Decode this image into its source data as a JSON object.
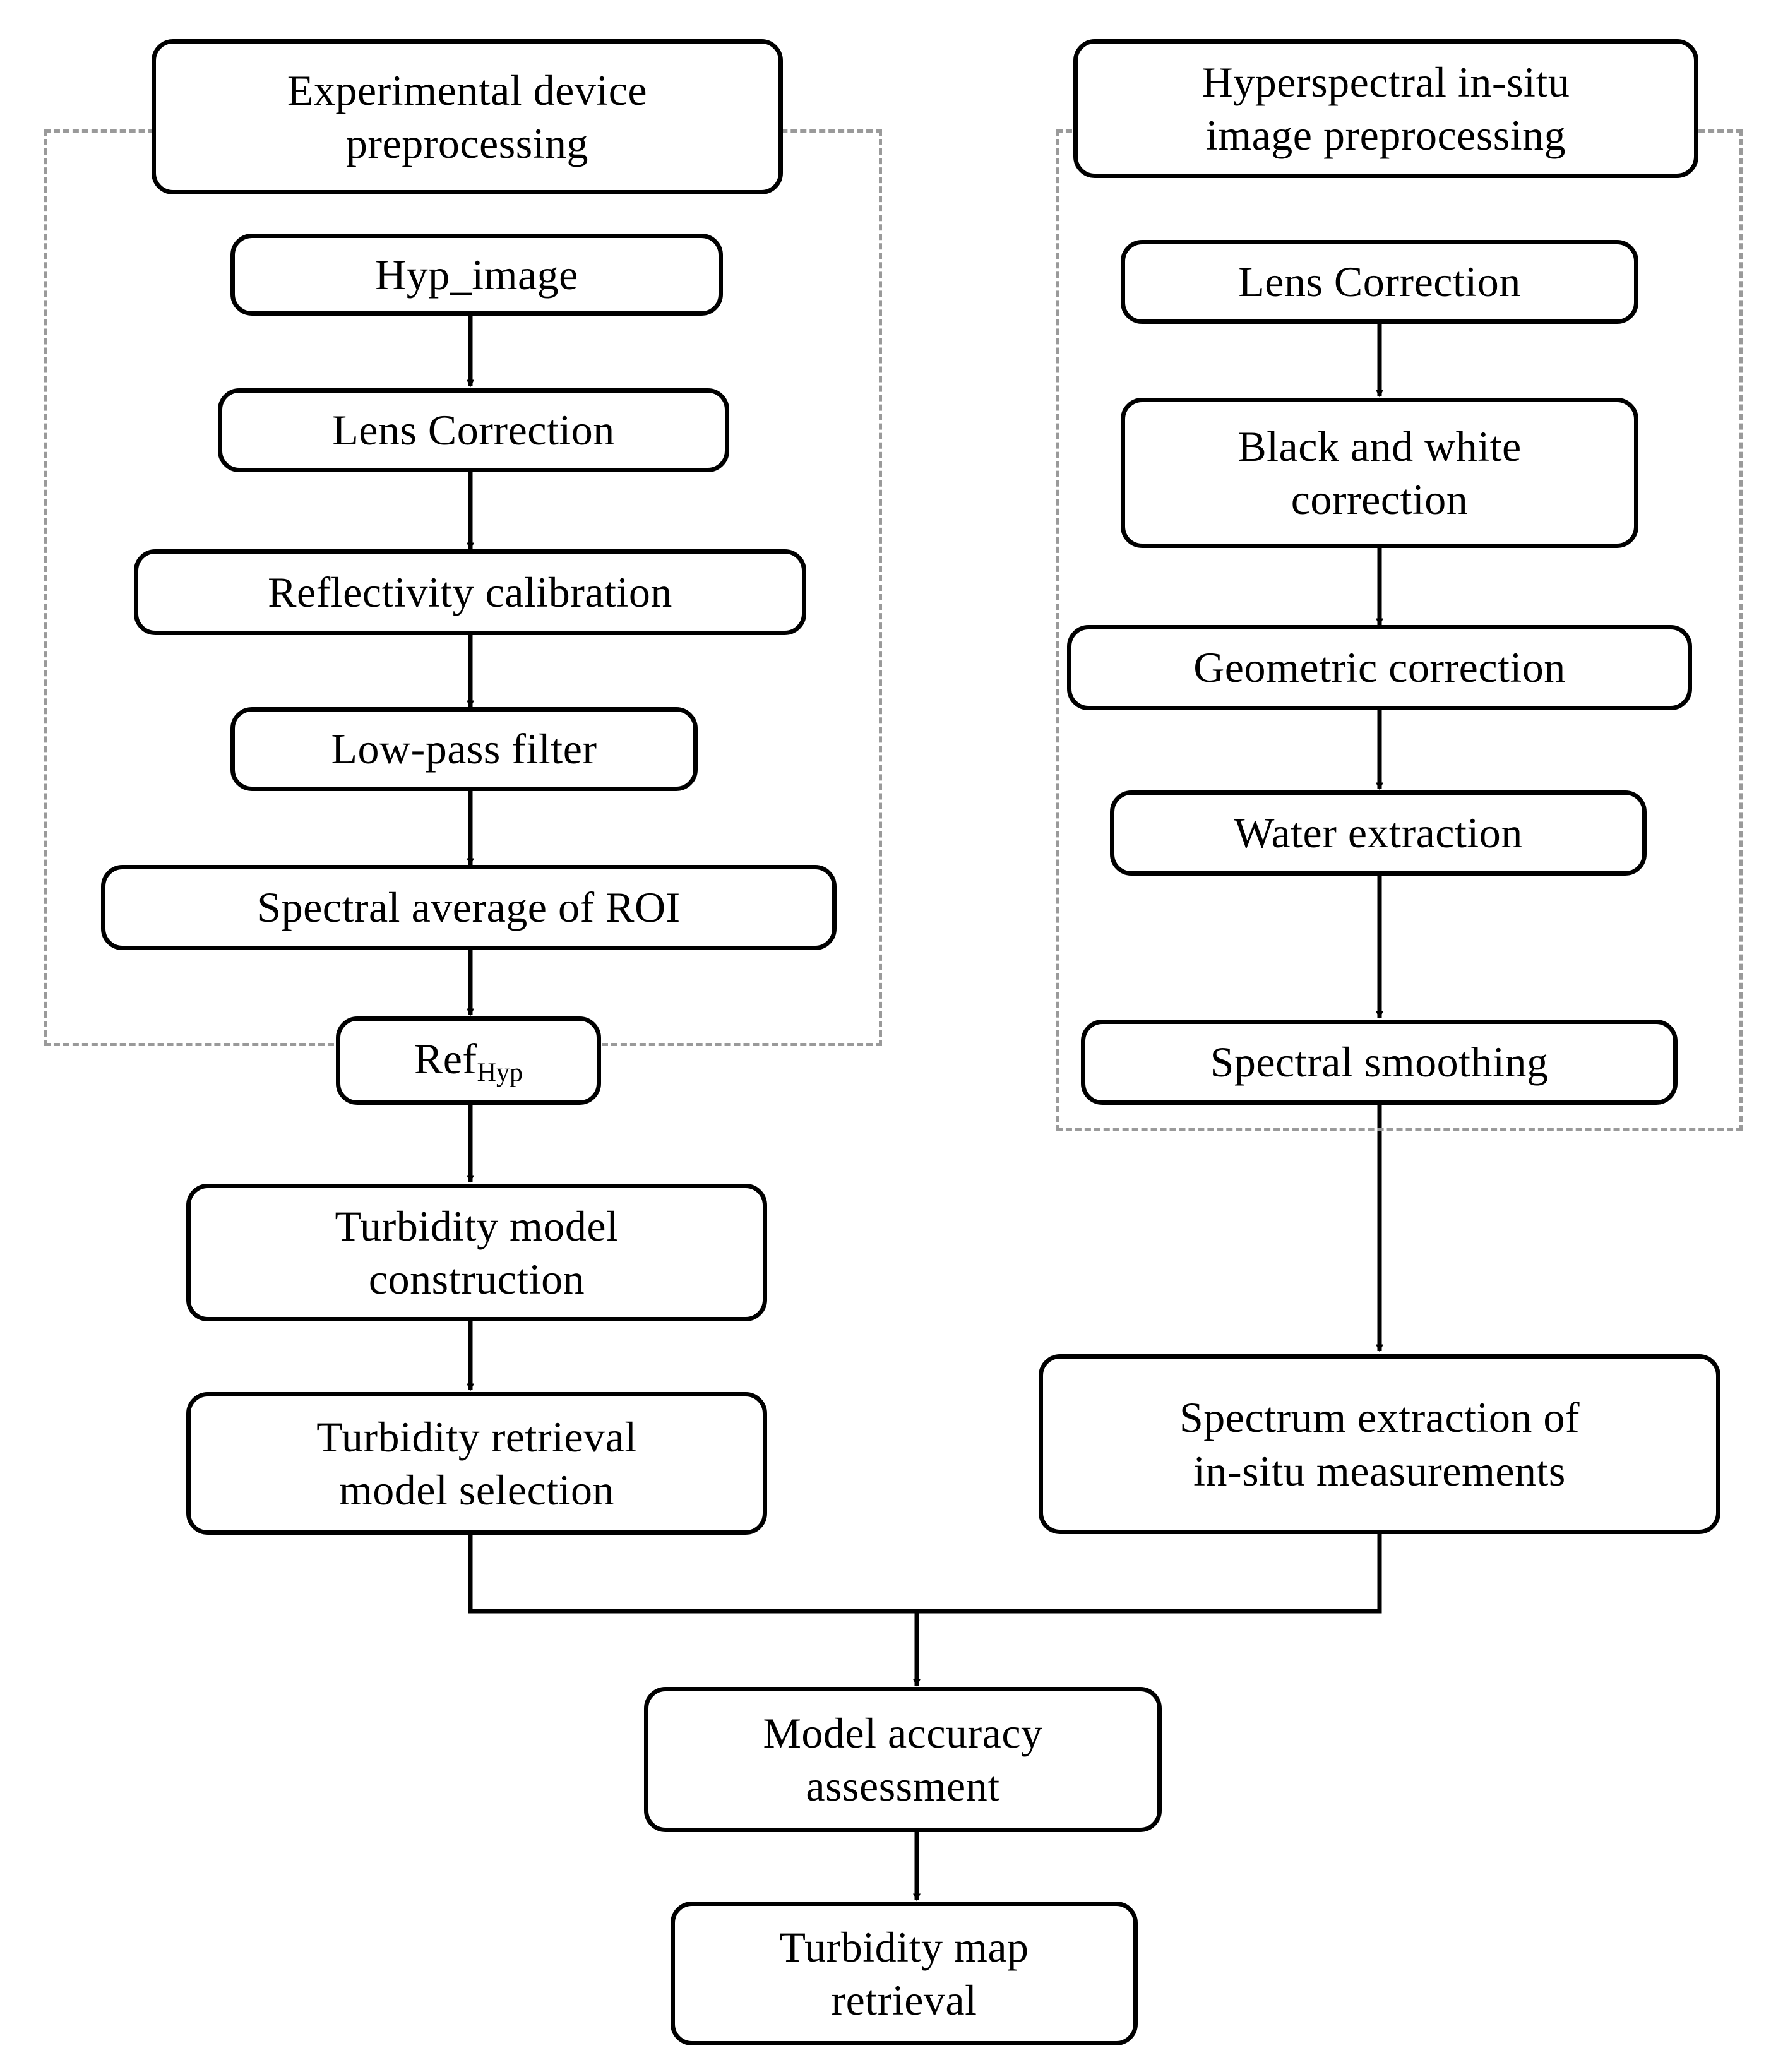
{
  "diagram": {
    "title": "Turbidity retrieval workflow flowchart",
    "type": "flowchart",
    "colors": {
      "node_border": "#000000",
      "node_fill": "#ffffff",
      "group_border": "#9a9a9a",
      "connector": "#000000",
      "background": "#ffffff"
    },
    "groups": [
      {
        "id": "group-left",
        "label": "Experimental device preprocessing group"
      },
      {
        "id": "group-right",
        "label": "Hyperspectral in-situ image preprocessing group"
      }
    ],
    "nodes": {
      "experimental_device_preprocessing": "Experimental device\npreprocessing",
      "hyp_image": "Hyp_image",
      "lens_correction_left": "Lens Correction",
      "reflectivity_calibration": "Reflectivity  calibration",
      "low_pass_filter": "Low-pass filter",
      "spectral_average_of_roi": "Spectral average of ROI",
      "ref_hyp_base": "Ref",
      "ref_hyp_subscript": "Hyp",
      "hyperspectral_insitu_image_preprocessing": "Hyperspectral in-situ\nimage preprocessing",
      "lens_correction_right": "Lens Correction",
      "black_and_white_correction": "Black and white\ncorrection",
      "geometric_correction": "Geometric correction",
      "water_extraction": "Water extraction",
      "spectral_smoothing": "Spectral smoothing",
      "turbidity_model_construction": "Turbidity model\nconstruction",
      "turbidity_retrieval_model_selection": "Turbidity retrieval\nmodel selection",
      "spectrum_extraction_insitu": "Spectrum extraction of\nin-situ measurements",
      "model_accuracy_assessment": "Model accuracy\nassessment",
      "turbidity_map_retrieval": "Turbidity map\nretrieval"
    },
    "edges": [
      {
        "from": "hyp_image",
        "to": "lens_correction_left"
      },
      {
        "from": "lens_correction_left",
        "to": "reflectivity_calibration"
      },
      {
        "from": "reflectivity_calibration",
        "to": "low_pass_filter"
      },
      {
        "from": "low_pass_filter",
        "to": "spectral_average_of_roi"
      },
      {
        "from": "spectral_average_of_roi",
        "to": "ref_hyp"
      },
      {
        "from": "ref_hyp",
        "to": "turbidity_model_construction"
      },
      {
        "from": "turbidity_model_construction",
        "to": "turbidity_retrieval_model_selection"
      },
      {
        "from": "lens_correction_right",
        "to": "black_and_white_correction"
      },
      {
        "from": "black_and_white_correction",
        "to": "geometric_correction"
      },
      {
        "from": "geometric_correction",
        "to": "water_extraction"
      },
      {
        "from": "water_extraction",
        "to": "spectral_smoothing"
      },
      {
        "from": "spectral_smoothing",
        "to": "spectrum_extraction_insitu"
      },
      {
        "from": "turbidity_retrieval_model_selection",
        "to": "model_accuracy_assessment"
      },
      {
        "from": "spectrum_extraction_insitu",
        "to": "model_accuracy_assessment"
      },
      {
        "from": "model_accuracy_assessment",
        "to": "turbidity_map_retrieval"
      }
    ]
  }
}
